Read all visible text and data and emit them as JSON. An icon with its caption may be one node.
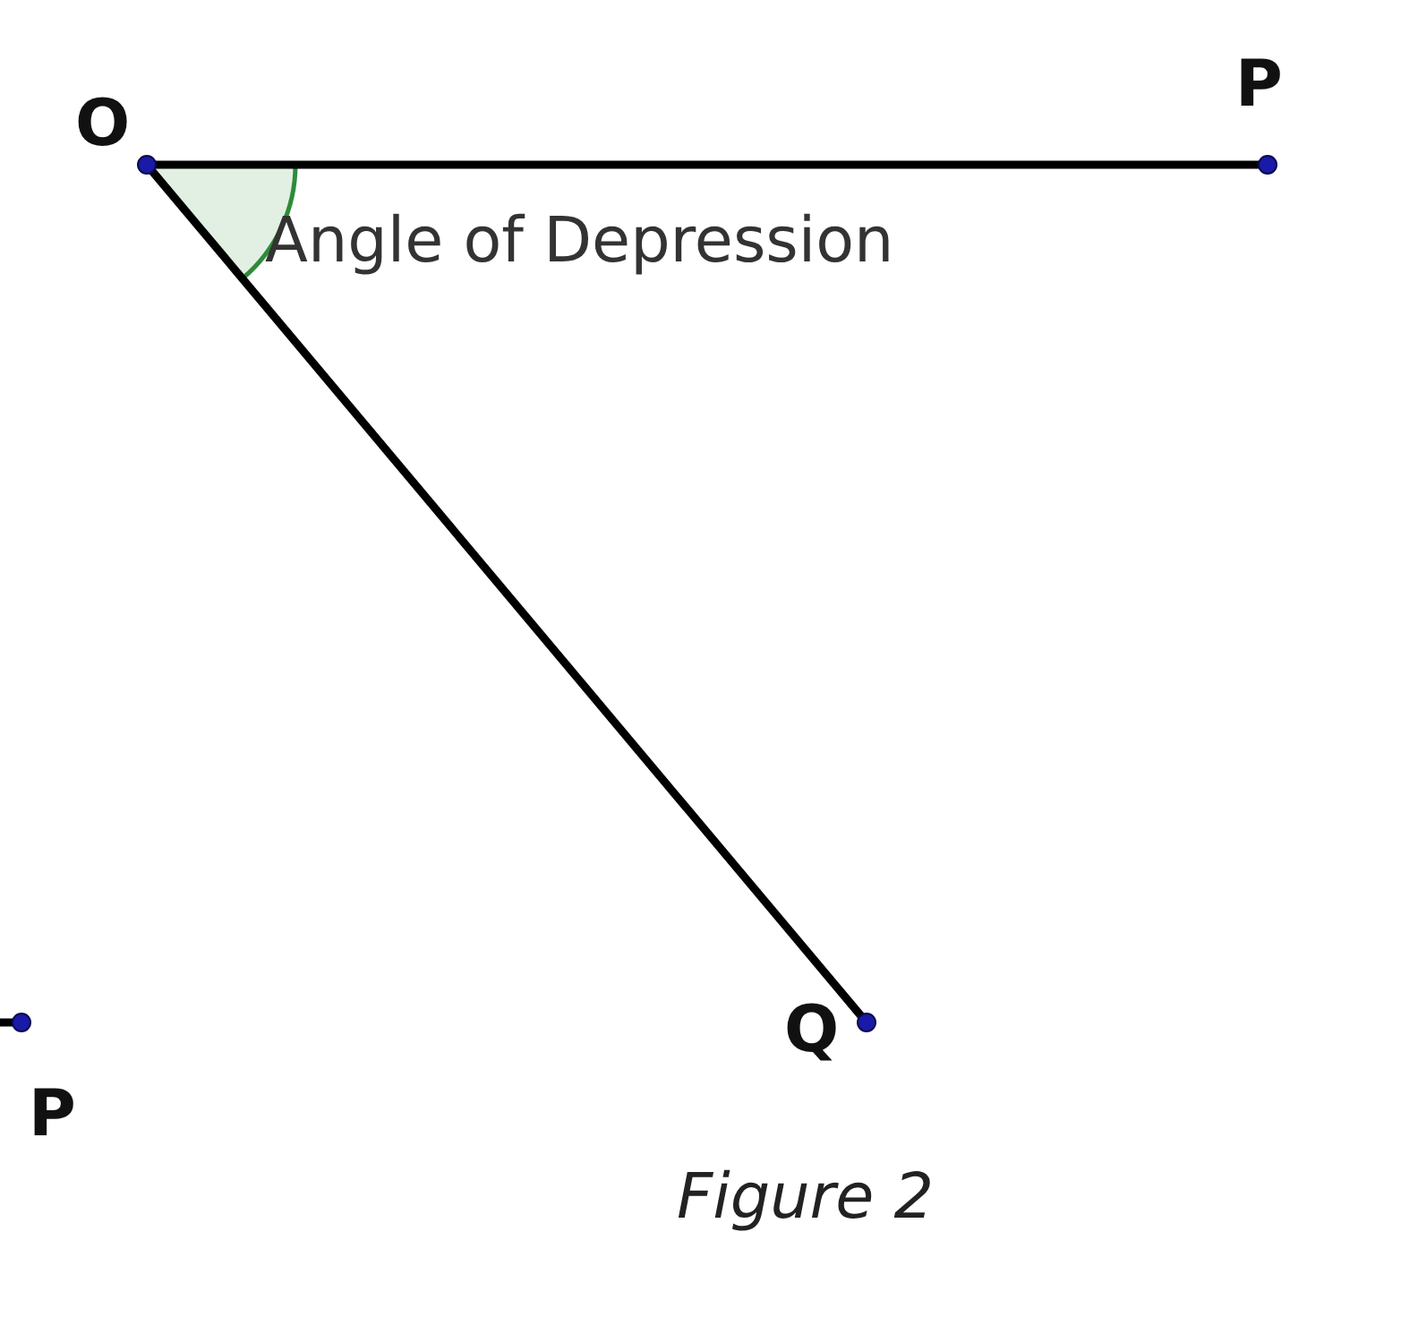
{
  "diagram": {
    "caption": "Figure 2",
    "nodes": [
      {
        "text": [
          "O"
        ]
      },
      {
        "text": [
          "P"
        ]
      },
      {
        "text": [
          "Q"
        ]
      },
      {
        "text": [
          "P"
        ]
      }
    ],
    "edges": [
      {
        "from": 0,
        "to": 1,
        "arrow": "none"
      },
      {
        "from": 0,
        "to": 2,
        "arrow": "none"
      },
      {
        "from": null,
        "to": 3,
        "arrow": "none"
      }
    ],
    "labels": [
      "Angle of Depression"
    ]
  }
}
